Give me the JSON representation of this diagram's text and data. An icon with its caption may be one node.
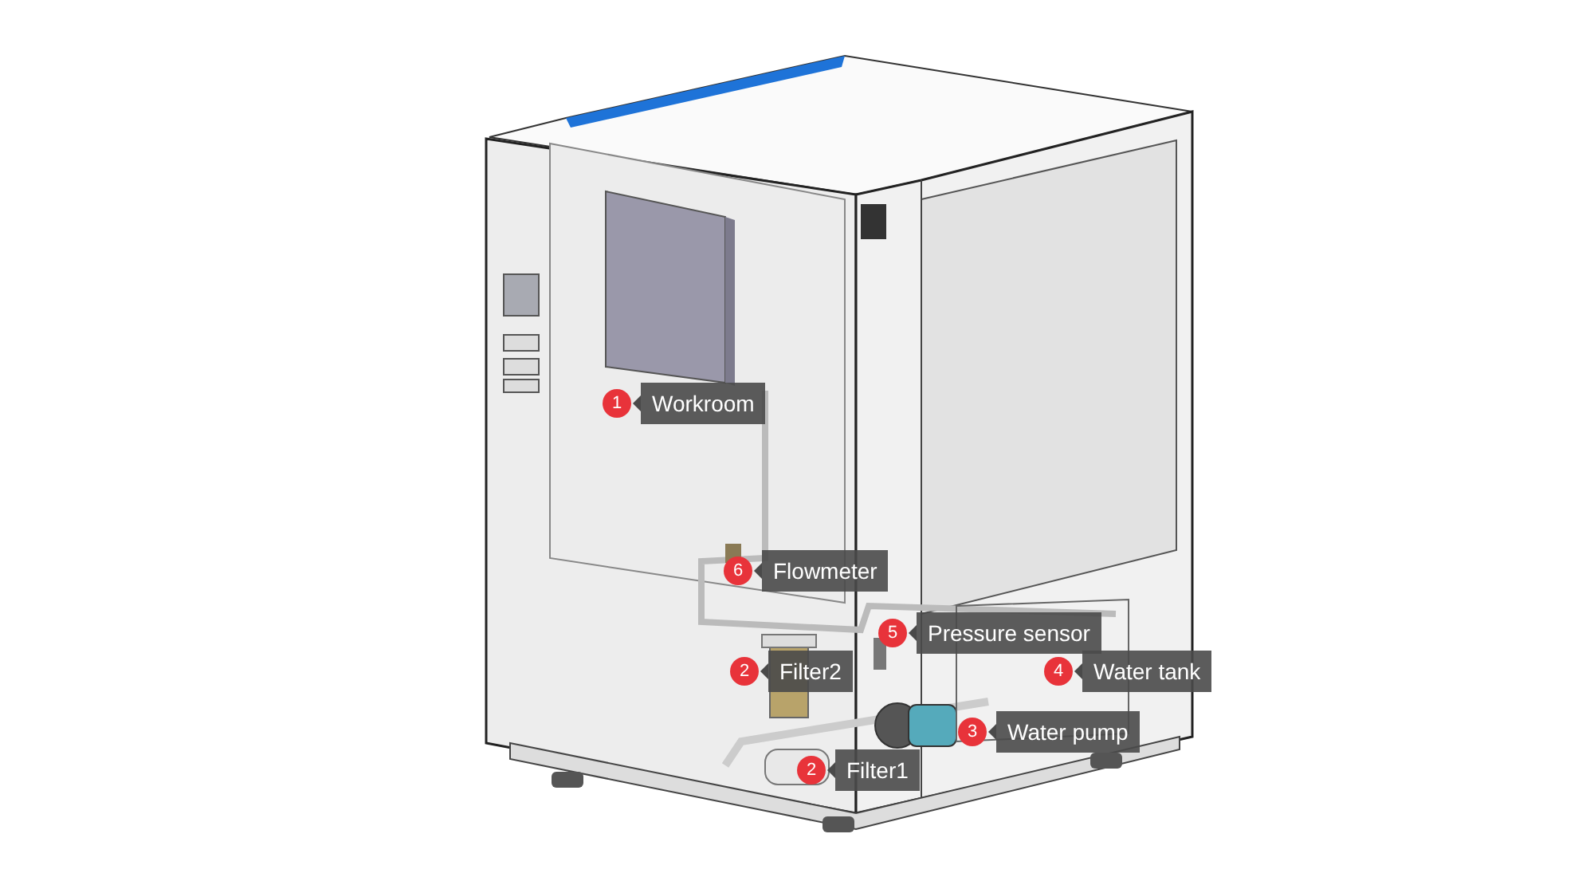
{
  "diagram": {
    "nodes": [
      {
        "text": [
          "Workroom"
        ],
        "beside": [
          "1"
        ]
      },
      {
        "text": [
          "Flowmeter"
        ],
        "beside": [
          "6"
        ]
      },
      {
        "text": [
          "Pressure sensor"
        ],
        "beside": [
          "5"
        ]
      },
      {
        "text": [
          "Filter2"
        ],
        "beside": [
          "2"
        ]
      },
      {
        "text": [
          "Water tank"
        ],
        "beside": [
          "4"
        ]
      },
      {
        "text": [
          "Water pump"
        ],
        "beside": [
          "3"
        ]
      },
      {
        "text": [
          "Filter1"
        ],
        "beside": [
          "2"
        ]
      }
    ]
  }
}
